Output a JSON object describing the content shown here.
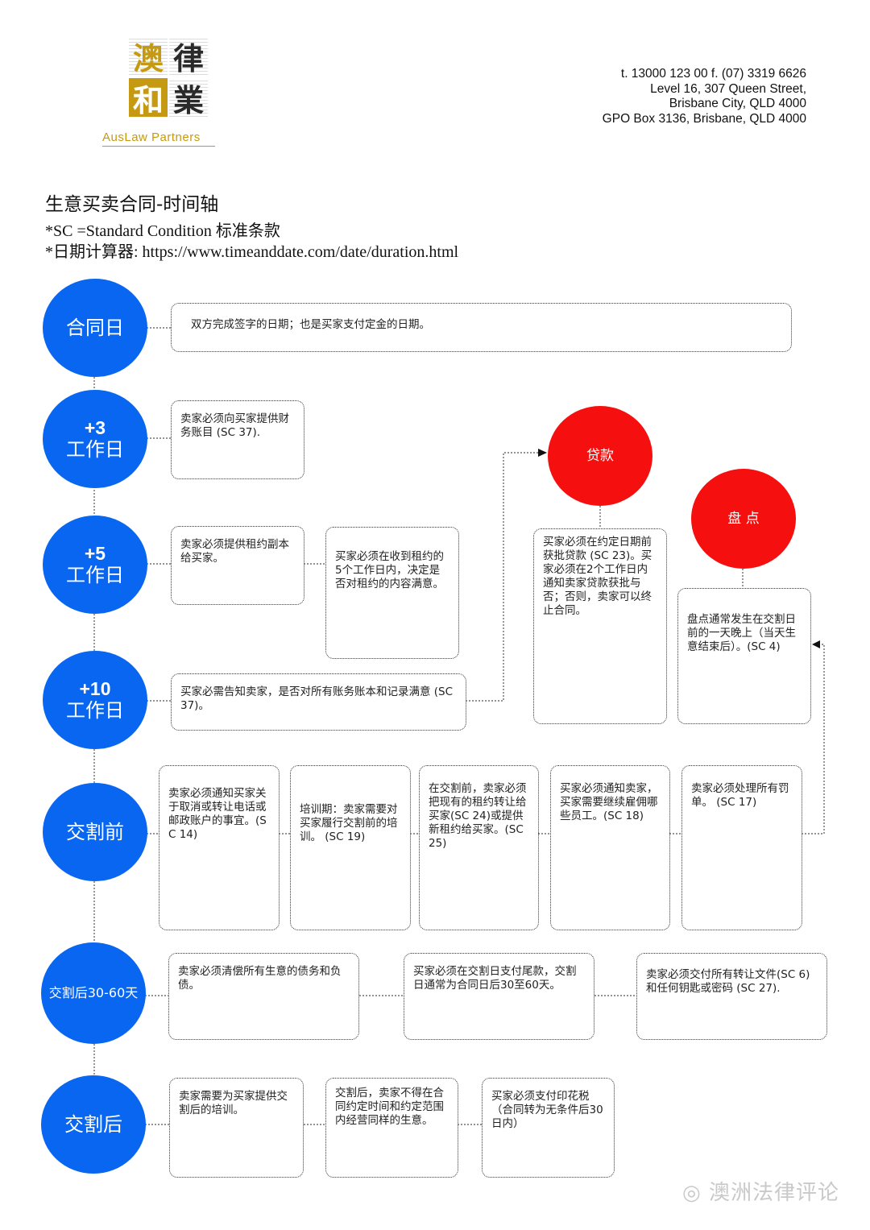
{
  "logo": {
    "chars": [
      "澳",
      "律",
      "和",
      "業"
    ],
    "brand": "AusLaw Partners",
    "gold": "#c59a12"
  },
  "contact": [
    "t. 13000 123 00  f. (07) 3319 6626",
    "Level 16, 307 Queen Street,",
    "Brisbane City, QLD 4000",
    "GPO Box 3136, Brisbane, QLD 4000"
  ],
  "header": {
    "title": "生意买卖合同-时间轴",
    "note_sc": "*SC =Standard Condition 标准条款",
    "note_calc": "*日期计算器: https://www.timeanddate.com/date/duration.html"
  },
  "colors": {
    "blue": "#0866f0",
    "red": "#f50f0f"
  },
  "stages": [
    {
      "line1": "",
      "line2": "合同日"
    },
    {
      "line1": "+3",
      "line2": "工作日"
    },
    {
      "line1": "+5",
      "line2": "工作日"
    },
    {
      "line1": "+10",
      "line2": "工作日"
    },
    {
      "line1": "",
      "line2": "交割前"
    },
    {
      "line1": "",
      "line2": "交割后30-60天"
    },
    {
      "line1": "",
      "line2": "交割后"
    }
  ],
  "side": {
    "loan": "贷款",
    "stocktake": "盘 点"
  },
  "boxes": {
    "contract_day": "双方完成签字的日期；也是买家支付定金的日期。",
    "d3_accounts": "卖家必须向买家提供财务账目 (SC 37).",
    "d5_lease": "卖家必须提供租约副本给买家。",
    "d5_lease_review": "买家必须在收到租约的5个工作日内，决定是否对租约的内容满意。",
    "d10_accounts": "买家必需告知卖家，是否对所有账务账本和记录满意 (SC 37)。",
    "loan_detail": "买家必须在约定日期前获批贷款 (SC 23)。买家必须在2个工作日内通知卖家贷款获批与否；否则，卖家可以终止合同。",
    "stocktake_detail": "盘点通常发生在交割日前的一天晚上（当天生意结束后）。(SC 4)",
    "pre_phone": "卖家必须通知买家关于取消或转让电话或邮政账户的事宜。(SC 14)",
    "pre_training": " 培训期：卖家需要对买家履行交割前的培训。 (SC 19)",
    "pre_lease": "在交割前，卖家必须把现有的租约转让给买家(SC 24)或提供新租约给买家。(SC 25)",
    "pre_staff": "买家必须通知卖家，买家需要继续雇佣哪些员工。(SC 18)",
    "pre_fines": "卖家必须处理所有罚单。 (SC 17)",
    "s_debts": "卖家必须清偿所有生意的债务和负债。",
    "s_balance": "买家必须在交割日支付尾款，交割日通常为合同日后30至60天。",
    "s_docs": "卖家必须交付所有转让文件(SC 6) 和任何钥匙或密码 (SC 27).",
    "post_training": "卖家需要为买家提供交割后的培训。",
    "post_compete": "交割后，卖家不得在合同约定时间和约定范围内经营同样的生意。",
    "post_stamp": "买家必须支付印花税（合同转为无条件后30日内）"
  },
  "watermark": "澳洲法律评论"
}
